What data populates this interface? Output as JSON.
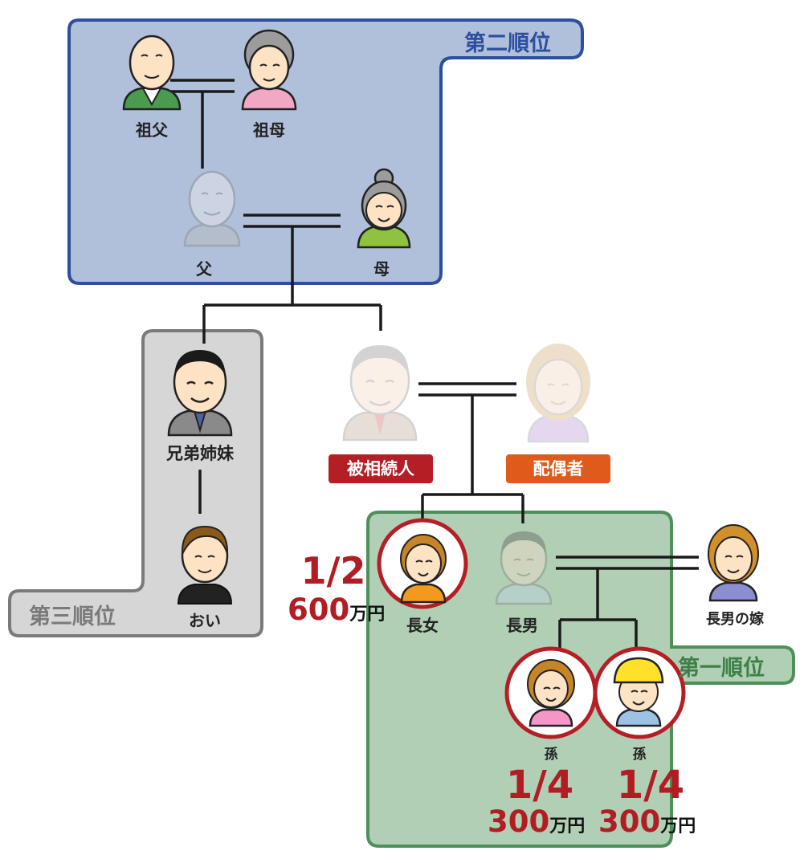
{
  "colors": {
    "second_bg": "#b0bfda",
    "second_border": "#2c4f9e",
    "second_text": "#2c4f9e",
    "third_bg": "#d6d6d6",
    "third_border": "#7a7a7a",
    "third_text": "#7a7a7a",
    "first_bg": "#b0cfb4",
    "first_border": "#4e8f5a",
    "first_text": "#3e8047",
    "decedent_tag": "#b51e25",
    "spouse_tag": "#e05a1c",
    "share": "#b01e23"
  },
  "groups": {
    "second": "第二順位",
    "third": "第三順位",
    "first": "第一順位"
  },
  "people": {
    "grandfather": "祖父",
    "grandmother": "祖母",
    "father": "父",
    "mother": "母",
    "siblings": "兄弟姉妹",
    "nephew": "おい",
    "decedent": "被相続人",
    "spouse": "配偶者",
    "eldest_daughter": "長女",
    "eldest_son": "長男",
    "eldest_son_wife": "長男の嫁",
    "grandchild_1": "孫",
    "grandchild_2": "孫"
  },
  "shares": {
    "eldest_daughter": {
      "fraction": "1/2",
      "amount": "600",
      "unit": "万円"
    },
    "grandchild_1": {
      "fraction": "1/4",
      "amount": "300",
      "unit": "万円"
    },
    "grandchild_2": {
      "fraction": "1/4",
      "amount": "300",
      "unit": "万円"
    }
  },
  "icons": {
    "grandfather": "elderly-man-icon",
    "grandmother": "elderly-woman-icon",
    "father": "elderly-man-faded-icon",
    "mother": "elderly-woman-icon",
    "siblings": "businessman-icon",
    "nephew": "student-boy-icon",
    "decedent": "man-faded-icon",
    "spouse": "woman-faded-icon",
    "eldest_daughter": "girl-icon",
    "eldest_son": "man-faded-icon",
    "eldest_son_wife": "woman-icon",
    "grandchild_1": "little-girl-icon",
    "grandchild_2": "boy-with-helmet-icon"
  }
}
